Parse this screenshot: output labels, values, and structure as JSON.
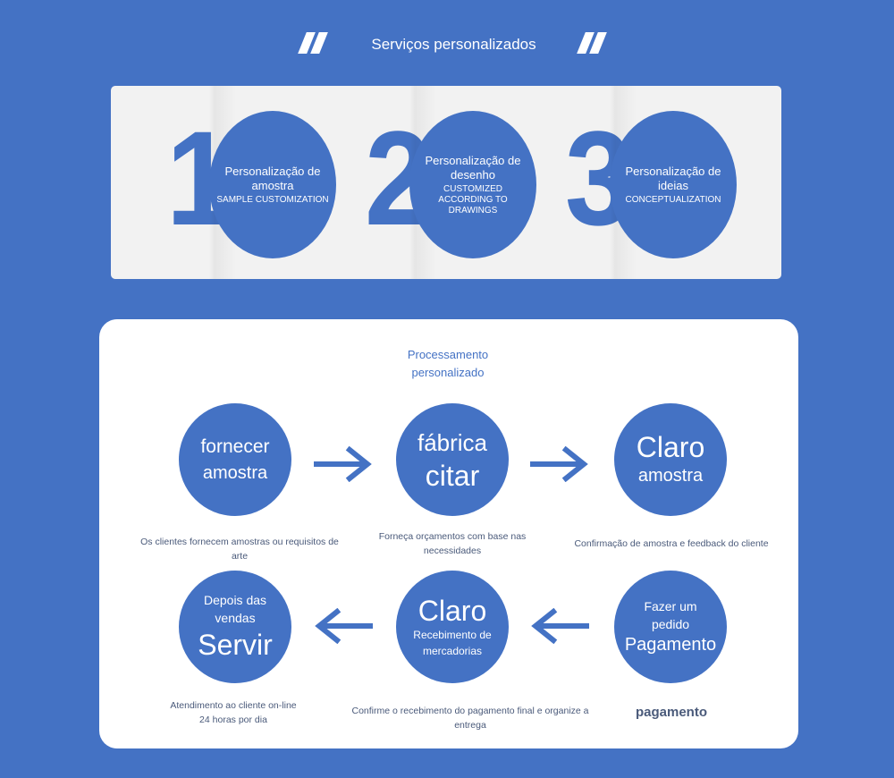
{
  "header": {
    "title": "Serviços personalizados"
  },
  "top_steps": [
    {
      "number": "1",
      "title": "Personalização de amostra",
      "subtitle": "SAMPLE CUSTOMIZATION"
    },
    {
      "number": "2",
      "title": "Personalização de desenho",
      "subtitle": "CUSTOMIZED ACCORDING TO DRAWINGS"
    },
    {
      "number": "3",
      "title": "Personalização de ideias",
      "subtitle": "CONCEPTUALIZATION"
    }
  ],
  "process": {
    "title": "Processamento personalizado",
    "steps": [
      {
        "line1": "fornecer",
        "line2": "amostra",
        "caption": "Os clientes fornecem amostras ou requisitos de arte"
      },
      {
        "line1": "fábrica",
        "line2": "citar",
        "caption": "Forneça orçamentos com base nas necessidades"
      },
      {
        "line1": "Claro",
        "line2": "amostra",
        "caption": "Confirmação de amostra e feedback do cliente"
      },
      {
        "line1": "Fazer um",
        "line2": "pedido",
        "line3": "Pagamento",
        "caption": "pagamento"
      },
      {
        "line1": "Claro",
        "line2": "Recebimento de",
        "line3": "mercadorias",
        "caption": "Confirme o recebimento do pagamento final e organize a entrega"
      },
      {
        "line1": "Depois das",
        "line2": "vendas",
        "line3": "Servir",
        "caption": "Atendimento ao cliente on-line 24 horas por dia"
      }
    ]
  },
  "colors": {
    "background": "#4472c4",
    "accent": "#4472c4",
    "panel_top": "#f2f2f2",
    "panel_bottom": "#ffffff",
    "caption_text": "#4a5a7a"
  }
}
